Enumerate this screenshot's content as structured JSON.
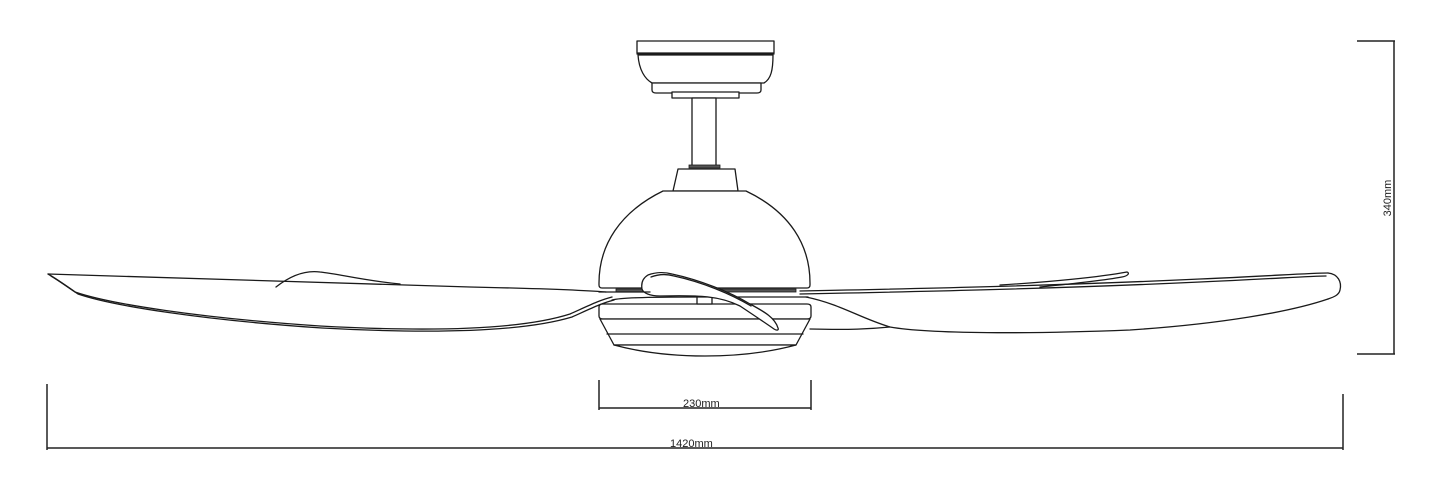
{
  "diagram": {
    "subject": "Ceiling fan side elevation line drawing",
    "stroke_color": "#1a1a1a",
    "background": "#ffffff"
  },
  "dimensions": {
    "overall_width": {
      "label": "1420mm"
    },
    "motor_housing_width": {
      "label": "230mm"
    },
    "overall_height": {
      "label": "340mm"
    }
  },
  "components": [
    {
      "name": "ceiling-canopy"
    },
    {
      "name": "downrod"
    },
    {
      "name": "motor-housing-dome"
    },
    {
      "name": "left-blade"
    },
    {
      "name": "right-blade"
    },
    {
      "name": "front-blade"
    },
    {
      "name": "light-kit-base"
    }
  ]
}
